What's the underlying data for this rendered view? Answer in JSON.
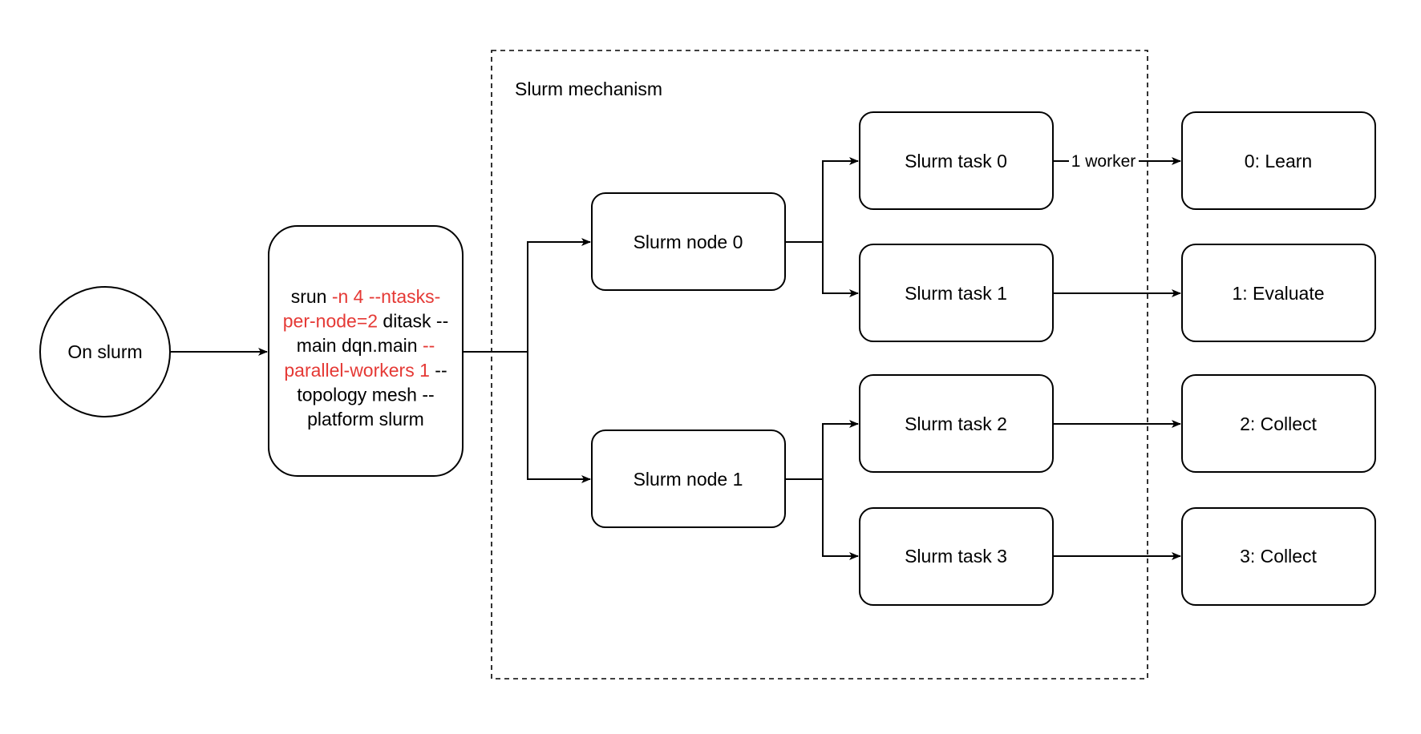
{
  "colors": {
    "stroke": "#000000",
    "highlight": "#e53935",
    "background": "#ffffff"
  },
  "start": {
    "label": "On slurm"
  },
  "command": {
    "lines": [
      [
        {
          "text": "srun ",
          "color": "black"
        },
        {
          "text": "-n 4 --ntasks-",
          "color": "red"
        }
      ],
      [
        {
          "text": "per-node=2",
          "color": "red"
        },
        {
          "text": " ditask --",
          "color": "black"
        }
      ],
      [
        {
          "text": "main dqn.main ",
          "color": "black"
        },
        {
          "text": "--",
          "color": "red"
        }
      ],
      [
        {
          "text": "parallel-workers 1",
          "color": "red"
        },
        {
          "text": " --",
          "color": "black"
        }
      ],
      [
        {
          "text": "topology mesh --",
          "color": "black"
        }
      ],
      [
        {
          "text": "platform slurm",
          "color": "black"
        }
      ]
    ]
  },
  "group": {
    "label": "Slurm mechanism"
  },
  "nodes": [
    {
      "label": "Slurm node 0"
    },
    {
      "label": "Slurm node 1"
    }
  ],
  "tasks": [
    {
      "label": "Slurm task 0"
    },
    {
      "label": "Slurm task 1"
    },
    {
      "label": "Slurm task 2"
    },
    {
      "label": "Slurm task 3"
    }
  ],
  "workers": [
    {
      "label": "0: Learn"
    },
    {
      "label": "1: Evaluate"
    },
    {
      "label": "2: Collect"
    },
    {
      "label": "3: Collect"
    }
  ],
  "edge_labels": {
    "task0_worker": "1 worker"
  }
}
